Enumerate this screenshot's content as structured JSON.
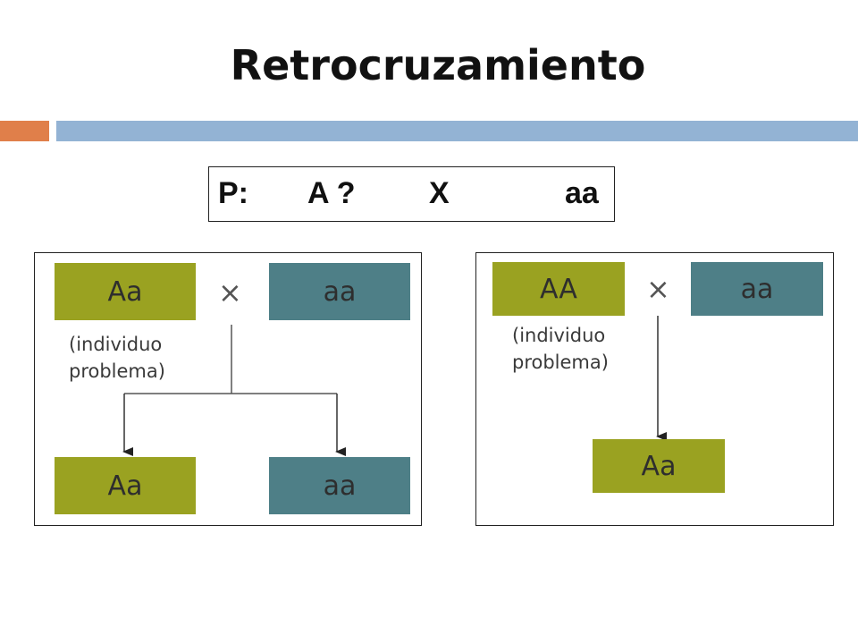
{
  "slide": {
    "title": "Retrocruzamiento"
  },
  "cross": {
    "p_label": "P:",
    "parent1": "A ?",
    "symbol": "X",
    "parent2": "aa"
  },
  "colors": {
    "orange_bar": "#e07f4a",
    "blue_bar": "#93b3d4",
    "dominant_box": "#9aa221",
    "recessive_box": "#4e7f87"
  },
  "panel_left": {
    "parent_problem": "Aa",
    "cross_symbol": "×",
    "parent_tester": "aa",
    "note_line1": "(individuo",
    "note_line2": "problema)",
    "offspring": [
      "Aa",
      "aa"
    ]
  },
  "panel_right": {
    "parent_problem": "AA",
    "cross_symbol": "×",
    "parent_tester": "aa",
    "note_line1": "(individuo",
    "note_line2": "problema)",
    "offspring": [
      "Aa"
    ]
  }
}
